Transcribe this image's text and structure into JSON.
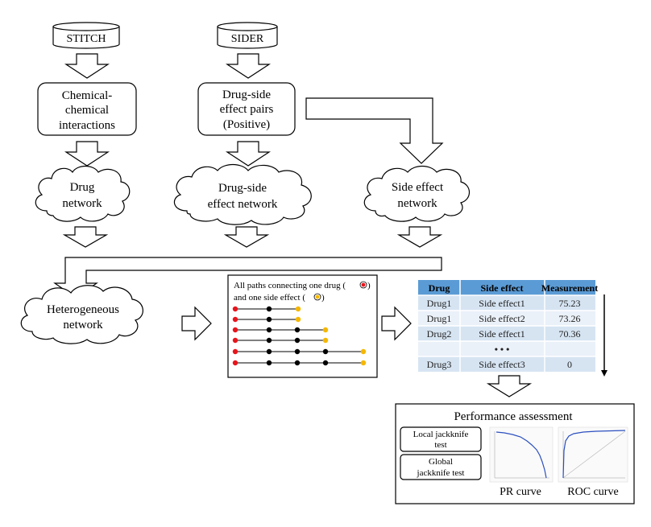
{
  "databases": {
    "stitch": "STITCH",
    "sider": "SIDER"
  },
  "boxes": {
    "chem_line1": "Chemical-",
    "chem_line2": "chemical",
    "chem_line3": "interactions",
    "pairs_line1": "Drug-side",
    "pairs_line2": "effect pairs",
    "pairs_line3": "(Positive)"
  },
  "clouds": {
    "drug_net_line1": "Drug",
    "drug_net_line2": "network",
    "dse_net_line1": "Drug-side",
    "dse_net_line2": "effect network",
    "se_net_line1": "Side effect",
    "se_net_line2": "network",
    "hetero_line1": "Heterogeneous",
    "hetero_line2": "network"
  },
  "paths_panel": {
    "caption_line1": "All paths connecting one drug (",
    "caption_line1_end": ")",
    "caption_line2": "and one side effect (",
    "caption_line2_end": ")",
    "drug_color": "#e8141c",
    "node_color": "#000000",
    "side_effect_color": "#f5b700"
  },
  "table": {
    "headers": [
      "Drug",
      "Side effect",
      "Measurement"
    ],
    "rows": [
      [
        "Drug1",
        "Side effect1",
        "75.23"
      ],
      [
        "Drug1",
        "Side effect2",
        "73.26"
      ],
      [
        "Drug2",
        "Side effect1",
        "70.36"
      ],
      [
        "",
        "• • •",
        ""
      ],
      [
        "Drug3",
        "Side effect3",
        "0"
      ]
    ],
    "header_color": "#5b9bd5"
  },
  "performance": {
    "title": "Performance assessment",
    "local_line1": "Local jackknife",
    "local_line2": "test",
    "global_line1": "Global",
    "global_line2": "jackknife test",
    "pr_label": "PR curve",
    "roc_label": "ROC curve"
  }
}
